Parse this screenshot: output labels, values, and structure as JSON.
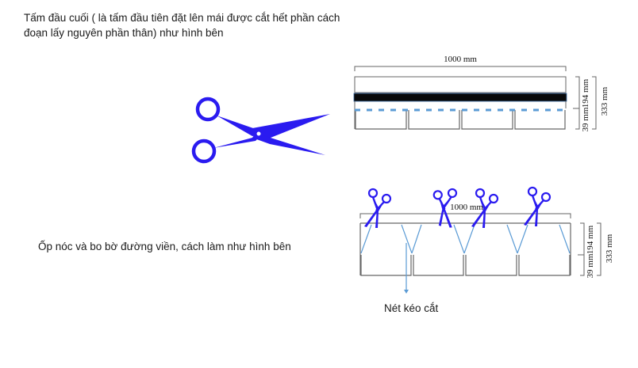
{
  "sections": [
    {
      "caption": "Tấm đầu cuối ( là tấm đầu tiên đặt lên mái được cắt hết phần cách đoạn lấy nguyên phần thân) như hình bên",
      "diagram": {
        "width_label": "1000 mm",
        "height_labels": [
          "194 mm",
          "39 mm",
          "333 mm"
        ],
        "tabs": 4,
        "features": [
          "black-adhesive-strip",
          "blue-dashed-cut-line"
        ]
      }
    },
    {
      "caption": "Ốp nóc và bo bờ đường viền, cách làm như hình bên",
      "diagram": {
        "width_label": "1000 mm",
        "height_labels": [
          "194 mm",
          "39 mm",
          "333 mm"
        ],
        "tabs": 4,
        "scissor_count": 4,
        "callout": "Nét kéo cắt"
      }
    }
  ],
  "colors": {
    "scissors": "#2a1bf0",
    "cut_line": "#5b9bd5",
    "outline": "#555555",
    "strip": "#0a0a0a"
  }
}
